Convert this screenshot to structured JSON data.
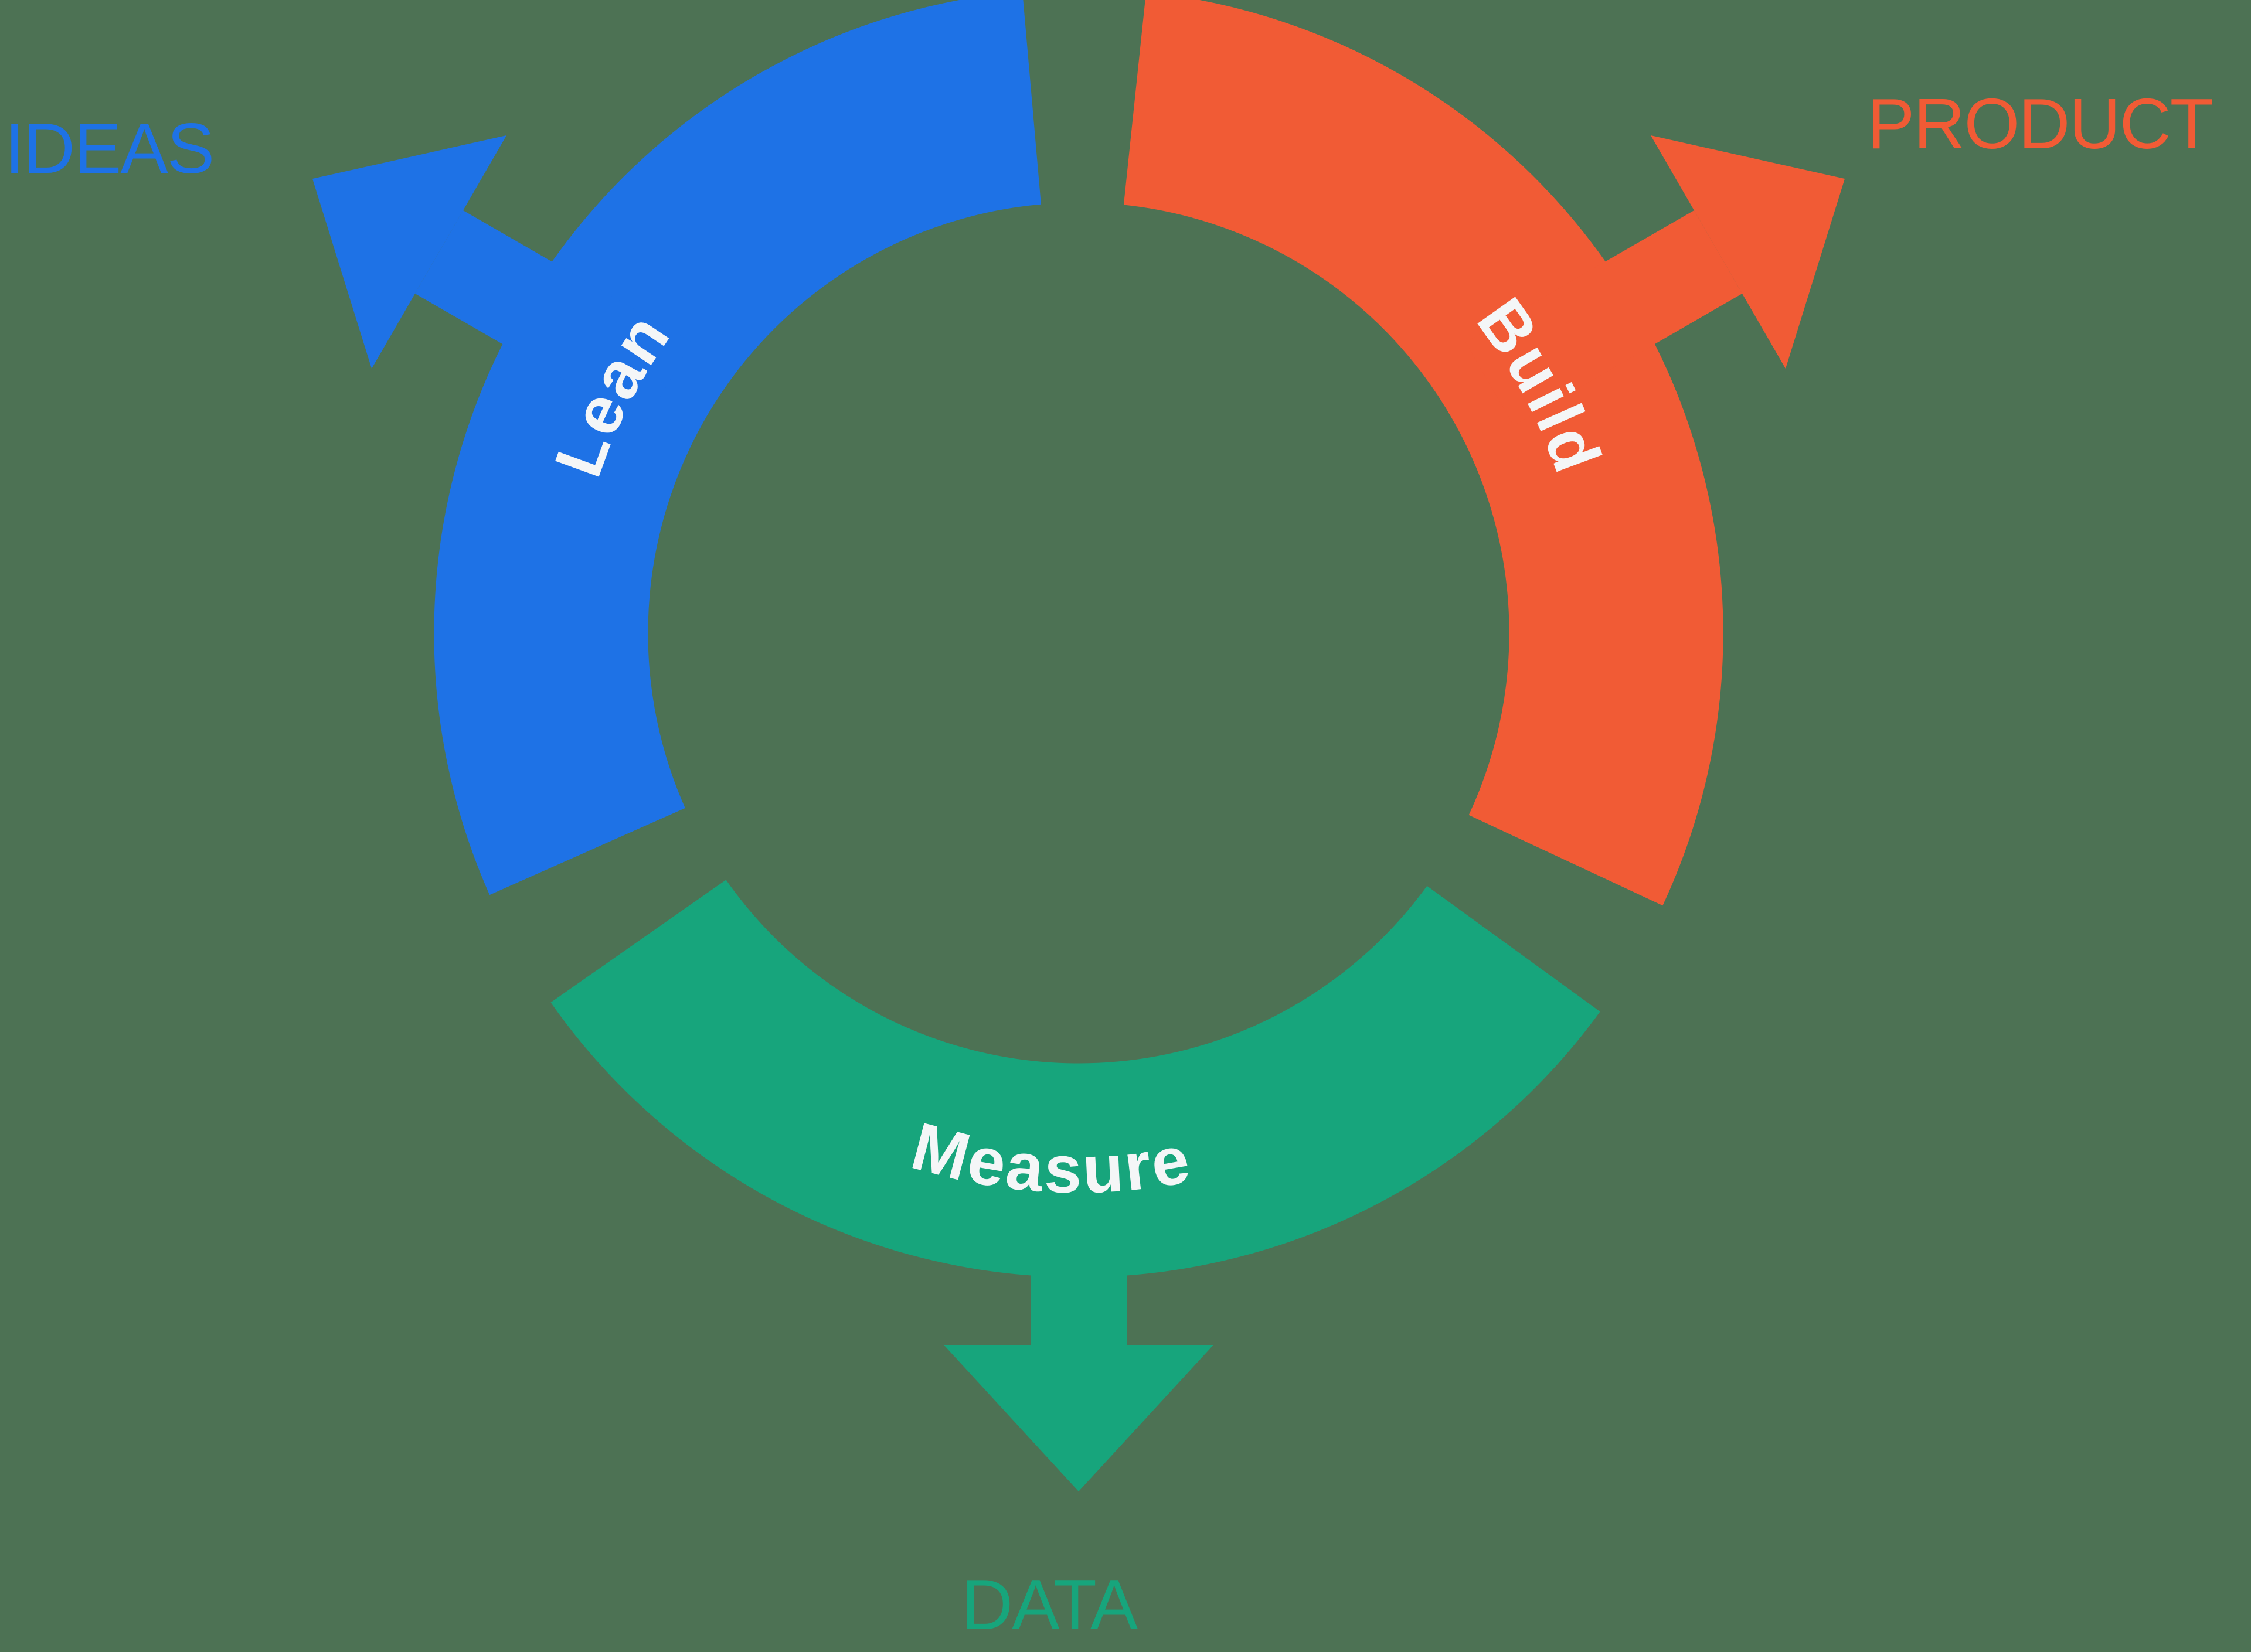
{
  "diagram": {
    "name": "lean-build-measure-cycle",
    "background_color": "#4d7254",
    "arc_label_color": "#f4f6f7",
    "segments": [
      {
        "label": "Lean",
        "output": "IDEAS",
        "color": "#1e72e6"
      },
      {
        "label": "Build",
        "output": "PRODUCT",
        "color": "#f15b35"
      },
      {
        "label": "Measure",
        "output": "DATA",
        "color": "#17a57c"
      }
    ]
  }
}
